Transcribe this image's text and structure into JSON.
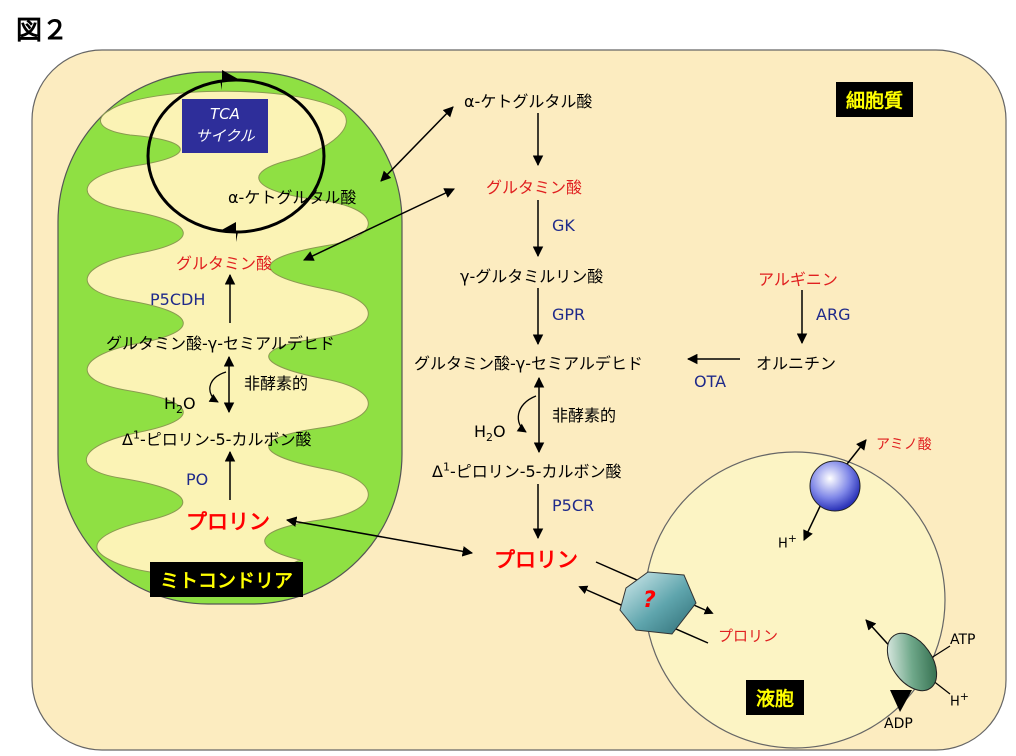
{
  "figure_label": "図２",
  "compartments": {
    "cytoplasm": "細胞質",
    "mitochondria": "ミトコンドリア",
    "vacuole": "液胞"
  },
  "mito": {
    "tca_line1": "TCA",
    "tca_line2": "サイクル",
    "akg": "α-ケトグルタル酸",
    "glu": "グルタミン酸",
    "p5cdh": "P5CDH",
    "gsa": "グルタミン酸-γ-セミアルデヒド",
    "nonenz": "非酵素的",
    "h2o_h": "H",
    "h2o_sub": "2",
    "h2o_o": "O",
    "p5c_delta": "Δ",
    "p5c_sup": "1",
    "p5c_rest": "-ピロリン-5-カルボン酸",
    "po": "PO",
    "proline": "プロリン"
  },
  "cyto": {
    "akg": "α-ケトグルタル酸",
    "glu": "グルタミン酸",
    "gk": "GK",
    "ggp": "γ-グルタミルリン酸",
    "gpr": "GPR",
    "gsa": "グルタミン酸-γ-セミアルデヒド",
    "nonenz": "非酵素的",
    "h2o_h": "H",
    "h2o_sub": "2",
    "h2o_o": "O",
    "p5c_delta": "Δ",
    "p5c_sup": "1",
    "p5c_rest": "-ピロリン-5-カルボン酸",
    "p5cr": "P5CR",
    "proline": "プロリン",
    "arginine": "アルギニン",
    "arg": "ARG",
    "ornithine": "オルニチン",
    "ota": "OTA"
  },
  "vacuole": {
    "amino_acid": "アミノ酸",
    "h_plus_1": "H",
    "plus_1": "+",
    "transporter_unknown": "?",
    "proline": "プロリン",
    "atp": "ATP",
    "h_plus_2": "H",
    "plus_2": "+",
    "adp": "ADP"
  },
  "colors": {
    "cytoplasm_fill": "#fcecc0",
    "mito_fill": "#8fe043",
    "mito_inner": "#fbf3b5",
    "vacuole_fill": "#fcf4c4",
    "tca_box": "#2e2e9a",
    "label_red": "#e02020",
    "enzyme_navy": "#1f2a8a"
  }
}
